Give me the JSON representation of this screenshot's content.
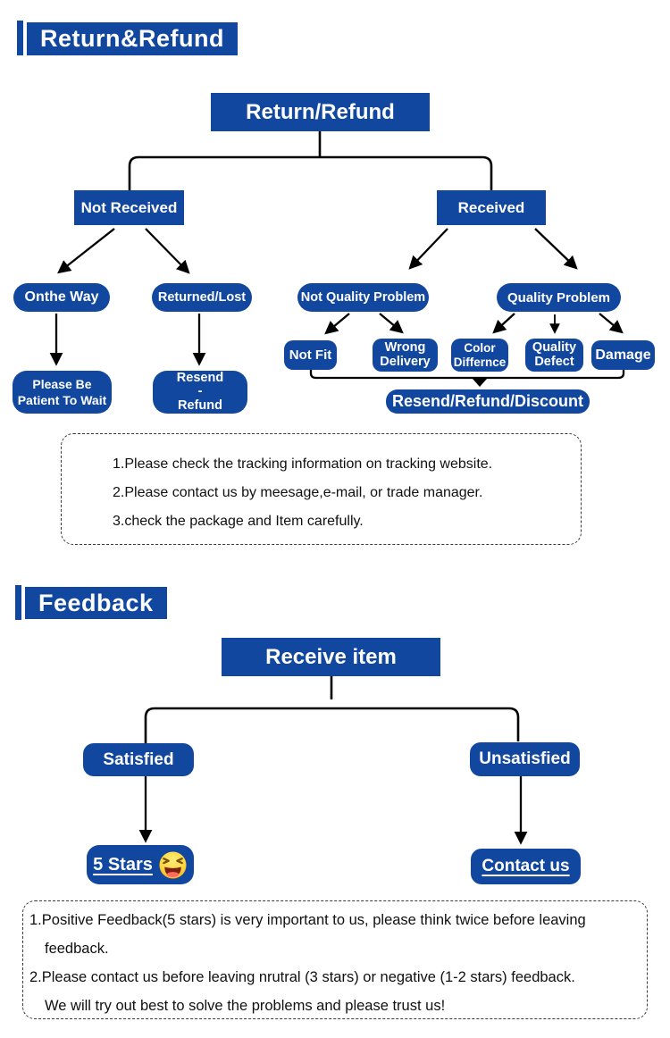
{
  "page": {
    "accent_blue": "#11479e",
    "line_color": "#000000",
    "background": "#ffffff"
  },
  "section1": {
    "header": "Return&Refund",
    "nodes": {
      "root": "Return/Refund",
      "not_received": "Not Received",
      "received": "Received",
      "onthe_way": "Onthe Way",
      "returned_lost": "Returned/Lost",
      "please_patient": "Please Be\nPatient To Wait",
      "resend_refund": "Resend\n-\nRefund",
      "not_quality_problem": "Not Quality Problem",
      "quality_problem": "Quality Problem",
      "not_fit": "Not Fit",
      "wrong_delivery": "Wrong\nDelivery",
      "color_differnce": "Color\nDiffernce",
      "quality_defect": "Quality\nDefect",
      "damage": "Damage",
      "resolution": "Resend/Refund/Discount"
    },
    "notes": {
      "lines": [
        "1.Please check the tracking information on tracking website.",
        "2.Please contact us by meesage,e-mail, or trade manager.",
        "3.check the package and Item carefully."
      ]
    }
  },
  "section2": {
    "header": "Feedback",
    "nodes": {
      "root": "Receive item",
      "satisfied": "Satisfied",
      "unsatisfied": "Unsatisfied",
      "five_stars": "5 Stars",
      "contact_us": "Contact us"
    },
    "icons": {
      "five_stars_emoji": "laughing-emoji"
    },
    "notes": {
      "lines": [
        "1.Positive Feedback(5 stars) is very important to us, please think twice before leaving",
        "feedback.",
        "2.Please contact us before leaving nrutral (3 stars) or  negative (1-2 stars) feedback.",
        "We will try out best to solve the problems and please trust us!"
      ]
    }
  }
}
